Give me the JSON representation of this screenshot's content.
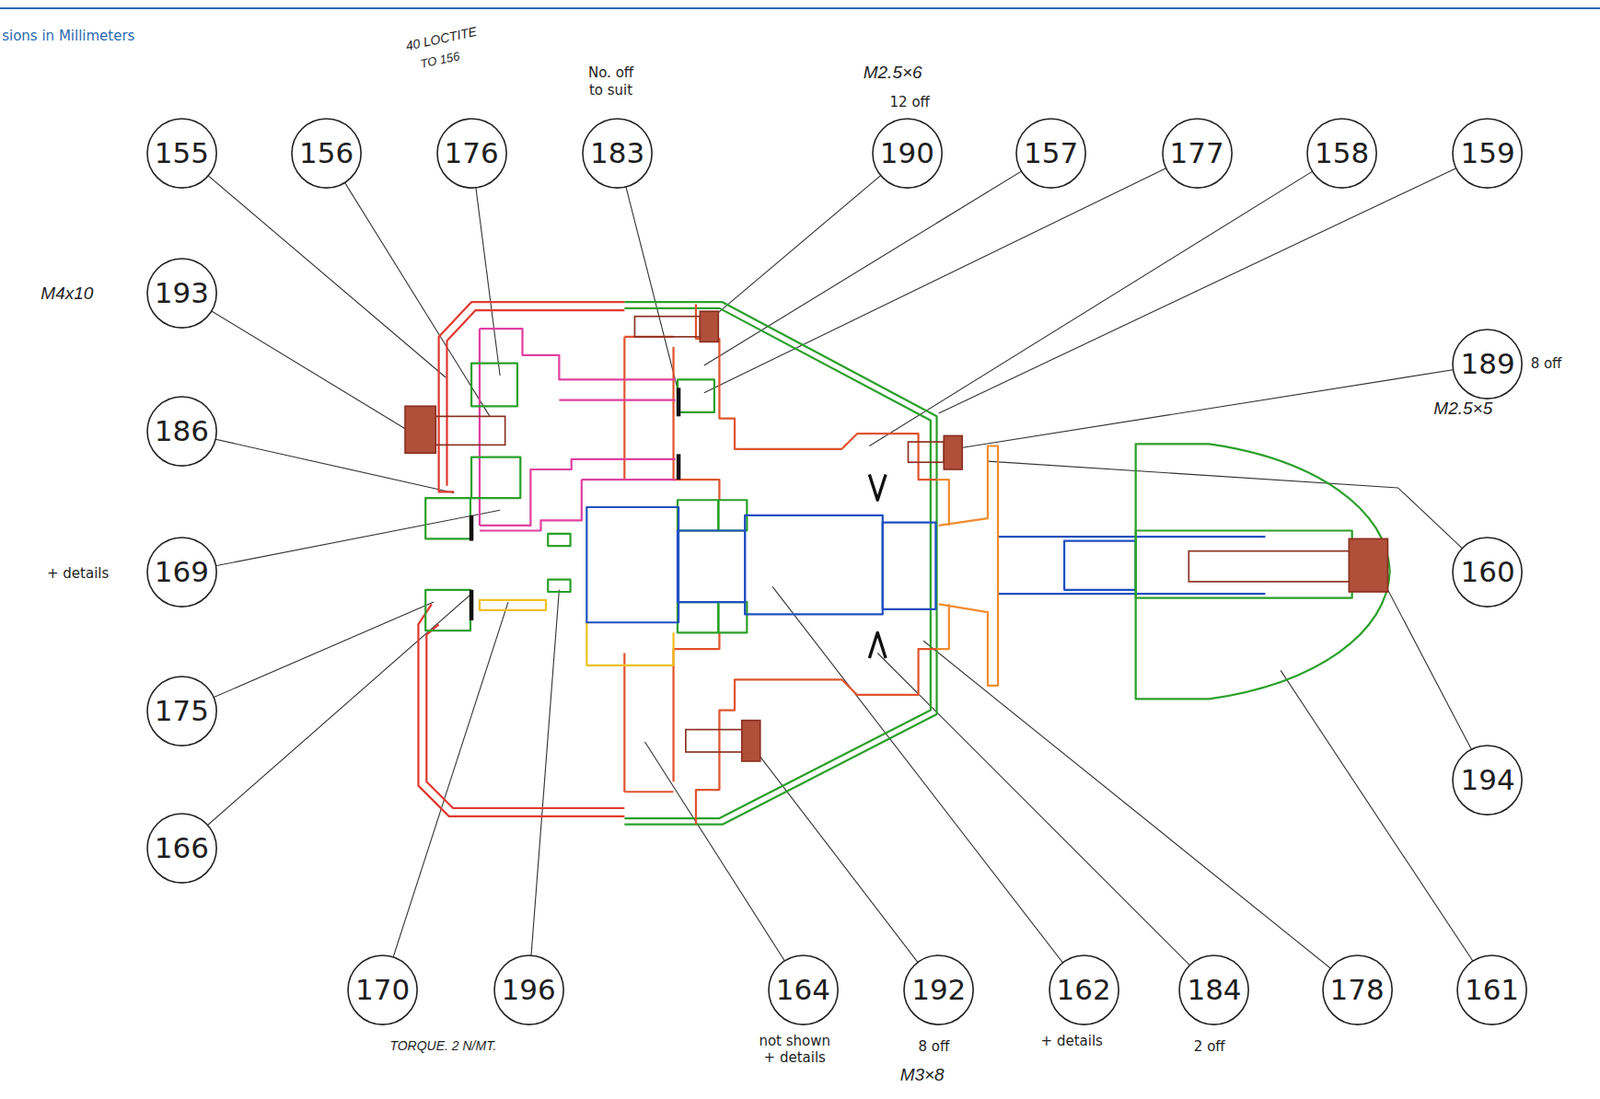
{
  "diagram": {
    "nodes": [
      {
        "text": [
          "155"
        ]
      },
      {
        "text": [
          "156"
        ]
      },
      {
        "text": [
          "176"
        ]
      },
      {
        "text": [
          "183"
        ]
      },
      {
        "text": [
          "190"
        ]
      },
      {
        "text": [
          "157"
        ]
      },
      {
        "text": [
          "177"
        ]
      },
      {
        "text": [
          "158"
        ]
      },
      {
        "text": [
          "159"
        ]
      },
      {
        "text": [
          "193"
        ]
      },
      {
        "text": [
          "189"
        ]
      },
      {
        "text": [
          "186"
        ]
      },
      {
        "text": [
          "169"
        ]
      },
      {
        "text": [
          "160"
        ]
      },
      {
        "text": [
          "175"
        ]
      },
      {
        "text": [
          "194"
        ]
      },
      {
        "text": [
          "166"
        ]
      },
      {
        "text": [
          "170"
        ]
      },
      {
        "text": [
          "196"
        ]
      },
      {
        "text": [
          "164"
        ]
      },
      {
        "text": [
          "192"
        ]
      },
      {
        "text": [
          "162"
        ]
      },
      {
        "text": [
          "184"
        ]
      },
      {
        "text": [
          "178"
        ]
      },
      {
        "text": [
          "161"
        ]
      }
    ],
    "labels": [
      "sions in Millimeters",
      "40 LOCTITE",
      "TO 156",
      "No. off to suit",
      "M2.5×6",
      "12 off",
      "M4x10",
      "8 off",
      "M2.5×5",
      "+ details",
      "TORQUE. 2 N/MT.",
      "not shown + details",
      "8 off",
      "M3×8",
      "+ details",
      "2 off"
    ]
  }
}
